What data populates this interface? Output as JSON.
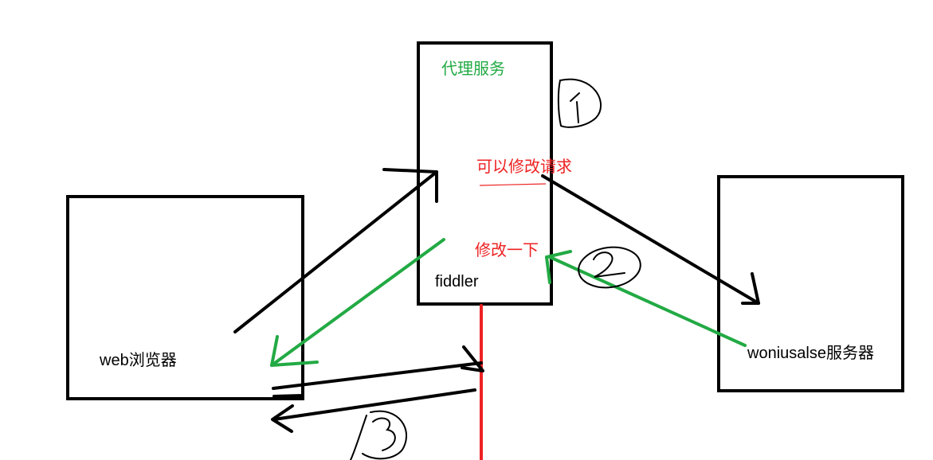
{
  "browser": {
    "label": "web浏览器"
  },
  "proxy": {
    "title": "代理服务",
    "name": "fiddler",
    "modify_request": "可以修改请求",
    "modify_response": "修改一下"
  },
  "server": {
    "label": "woniusalse服务器"
  },
  "step_marks": [
    "1",
    "2",
    "3"
  ],
  "colors": {
    "request_arrow": "#000000",
    "response_arrow": "#22aa44",
    "divider": "#ee2222",
    "annotation_text": "#ee2222",
    "proxy_title": "#22aa44"
  }
}
